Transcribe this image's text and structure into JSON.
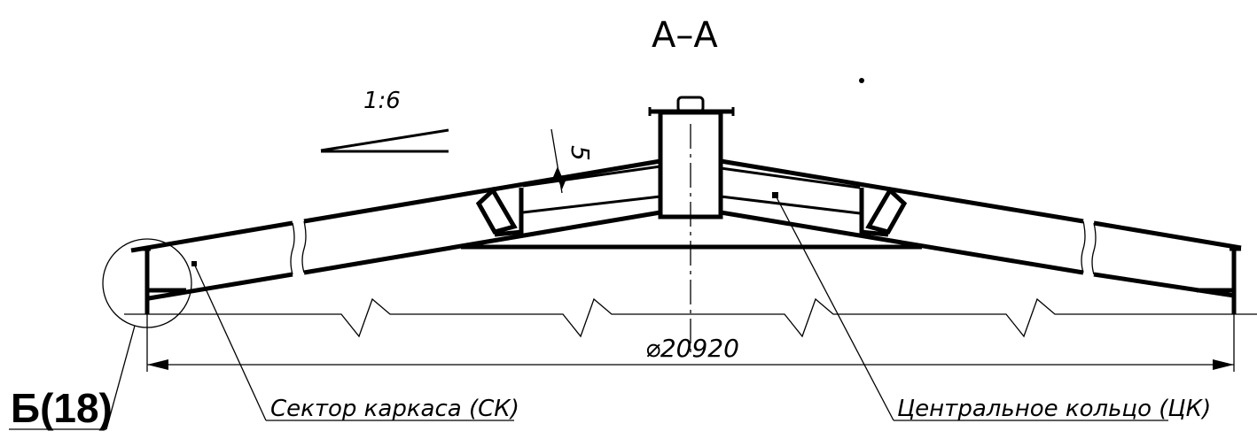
{
  "section_title": "А–А",
  "slope_label": "1:6",
  "thickness_label": "5",
  "diameter_label": "⌀20920",
  "detail_ref": "Б(18)",
  "callouts": {
    "frame_sector": "Сектор каркаса (СК)",
    "central_ring": "Центральное кольцо (ЦК)"
  },
  "colors": {
    "ink": "#000000",
    "background": "#ffffff"
  }
}
